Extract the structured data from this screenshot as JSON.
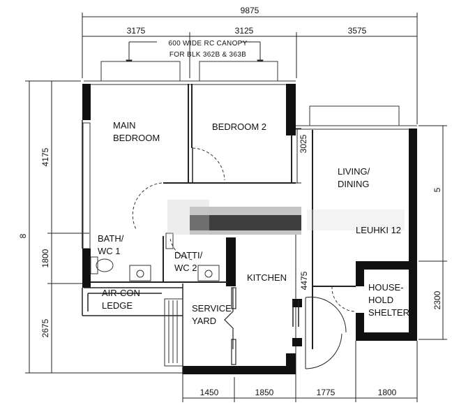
{
  "dimensions": {
    "top_total": "9875",
    "top_1": "3175",
    "top_2": "3125",
    "top_3": "3575",
    "left_total": "8",
    "left_1": "4175",
    "left_2": "1800",
    "left_3": "2675",
    "bedroom2_depth": "3025",
    "kitchen_depth": "4475",
    "right_1": "5",
    "right_2": "2300",
    "bottom_1": "1450",
    "bottom_2": "1850",
    "bottom_3": "1775",
    "bottom_4": "1800"
  },
  "canopy_note": {
    "line1": "600 WIDE RC CANOPY",
    "line2": "FOR BLK 362B & 363B"
  },
  "rooms": {
    "main_bedroom_1": "MAIN",
    "main_bedroom_2": "BEDROOM",
    "bedroom2": "BEDROOM 2",
    "living_1": "LIVING/",
    "living_2": "DINING",
    "living_extra": "LEUHKI 12",
    "bath1_1": "BATH/",
    "bath1_2": "WC 1",
    "bath2_1": "DATTI/",
    "bath2_2": "WC 2",
    "aircon_1": "AIR-CON",
    "aircon_2": "LEDGE",
    "kitchen": "KITCHEN",
    "service_1": "SERVICE",
    "service_2": "YARD",
    "shelter_1": "HOUSE-",
    "shelter_2": "HOLD",
    "shelter_3": "SHELTER"
  }
}
